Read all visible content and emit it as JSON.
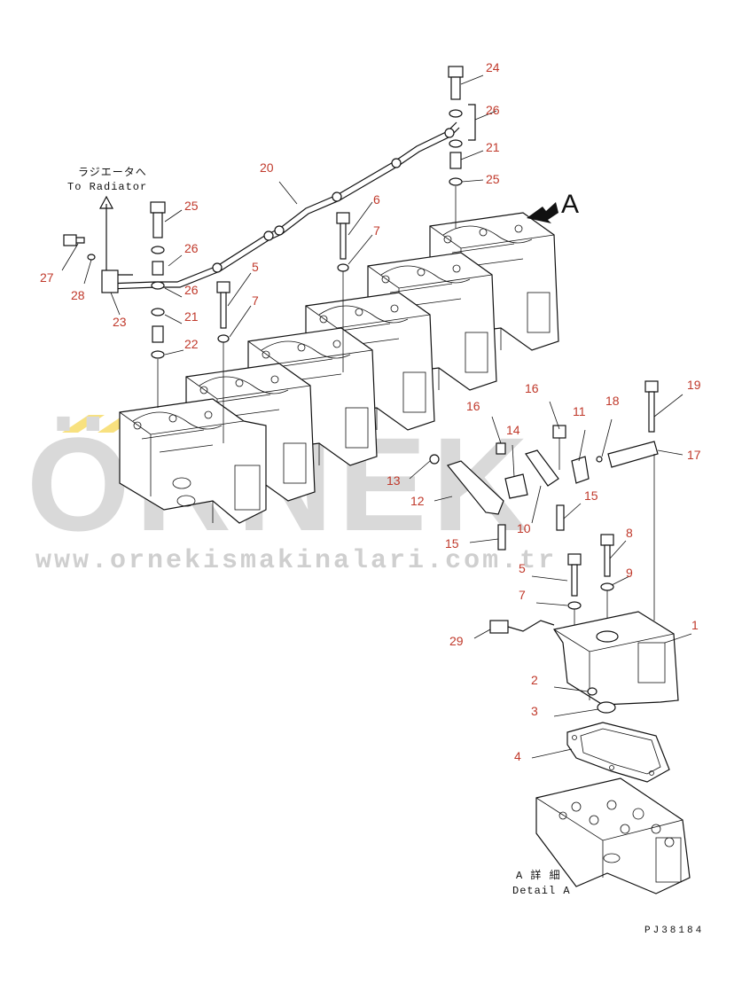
{
  "watermark": {
    "brand": "ÖRNEK",
    "url": "www.ornekismakinalari.com.tr",
    "accent_color": "#f2c300"
  },
  "notes": {
    "radiator_jp": "ラジエータへ",
    "radiator_en": "To Radiator",
    "view_letter": "A",
    "detail_jp": "A 詳 細",
    "detail_en": "Detail A"
  },
  "drawing_code": "PJ38184",
  "labels": [
    {
      "id": "l24a",
      "text": "24"
    },
    {
      "id": "l26a",
      "text": "26"
    },
    {
      "id": "l21a",
      "text": "21"
    },
    {
      "id": "l25a",
      "text": "25"
    },
    {
      "id": "l20",
      "text": "20"
    },
    {
      "id": "l6",
      "text": "6"
    },
    {
      "id": "l7a",
      "text": "7"
    },
    {
      "id": "l25b",
      "text": "25"
    },
    {
      "id": "l26b",
      "text": "26"
    },
    {
      "id": "l27",
      "text": "27"
    },
    {
      "id": "l28",
      "text": "28"
    },
    {
      "id": "l26c",
      "text": "26"
    },
    {
      "id": "l5a",
      "text": "5"
    },
    {
      "id": "l7b",
      "text": "7"
    },
    {
      "id": "l23",
      "text": "23"
    },
    {
      "id": "l21b",
      "text": "21"
    },
    {
      "id": "l22",
      "text": "22"
    },
    {
      "id": "l16a",
      "text": "16"
    },
    {
      "id": "l11",
      "text": "11"
    },
    {
      "id": "l18",
      "text": "18"
    },
    {
      "id": "l19",
      "text": "19"
    },
    {
      "id": "l16b",
      "text": "16"
    },
    {
      "id": "l14",
      "text": "14"
    },
    {
      "id": "l17",
      "text": "17"
    },
    {
      "id": "l13",
      "text": "13"
    },
    {
      "id": "l12",
      "text": "12"
    },
    {
      "id": "l15a",
      "text": "15"
    },
    {
      "id": "l10",
      "text": "10"
    },
    {
      "id": "l15b",
      "text": "15"
    },
    {
      "id": "l8",
      "text": "8"
    },
    {
      "id": "l5b",
      "text": "5"
    },
    {
      "id": "l9",
      "text": "9"
    },
    {
      "id": "l7c",
      "text": "7"
    },
    {
      "id": "l29",
      "text": "29"
    },
    {
      "id": "l1",
      "text": "1"
    },
    {
      "id": "l2",
      "text": "2"
    },
    {
      "id": "l3",
      "text": "3"
    },
    {
      "id": "l4",
      "text": "4"
    }
  ]
}
